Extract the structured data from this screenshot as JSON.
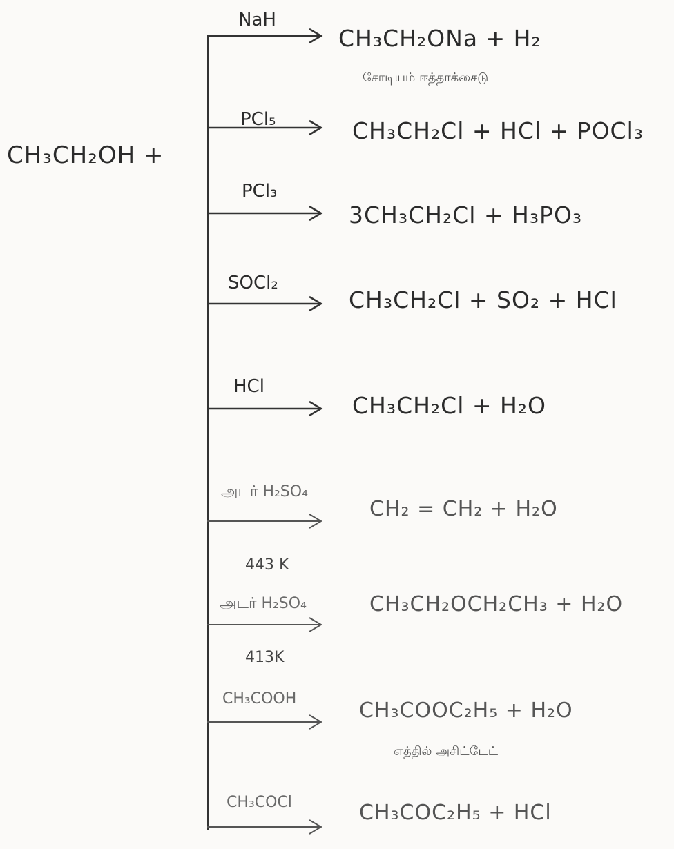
{
  "reactant": "CH₃CH₂OH +",
  "branches": [
    {
      "reagent": "NaH",
      "product": "CH₃CH₂ONa + H₂",
      "note": "சோடியம் ஈத்தாக்சைடு"
    },
    {
      "reagent": "PCl₅",
      "product": "CH₃CH₂Cl + HCl + POCl₃"
    },
    {
      "reagent": "PCl₃",
      "product": "3CH₃CH₂Cl + H₃PO₃"
    },
    {
      "reagent": "SOCl₂",
      "product": "CH₃CH₂Cl + SO₂ + HCl"
    },
    {
      "reagent": "HCl",
      "product": "CH₃CH₂Cl + H₂O"
    },
    {
      "reagent": "அடர் H₂SO₄",
      "product": "CH₂ = CH₂ + H₂O",
      "temperature": "443 K"
    },
    {
      "reagent": "அடர் H₂SO₄",
      "product": "CH₃CH₂OCH₂CH₃ + H₂O",
      "temperature": "413K"
    },
    {
      "reagent": "CH₃COOH",
      "product": "CH₃COOC₂H₅ + H₂O",
      "note": "எத்தில் அசிட்டேட்"
    },
    {
      "reagent": "CH₃COCl",
      "product": "CH₃COC₂H₅ + HCl"
    }
  ]
}
